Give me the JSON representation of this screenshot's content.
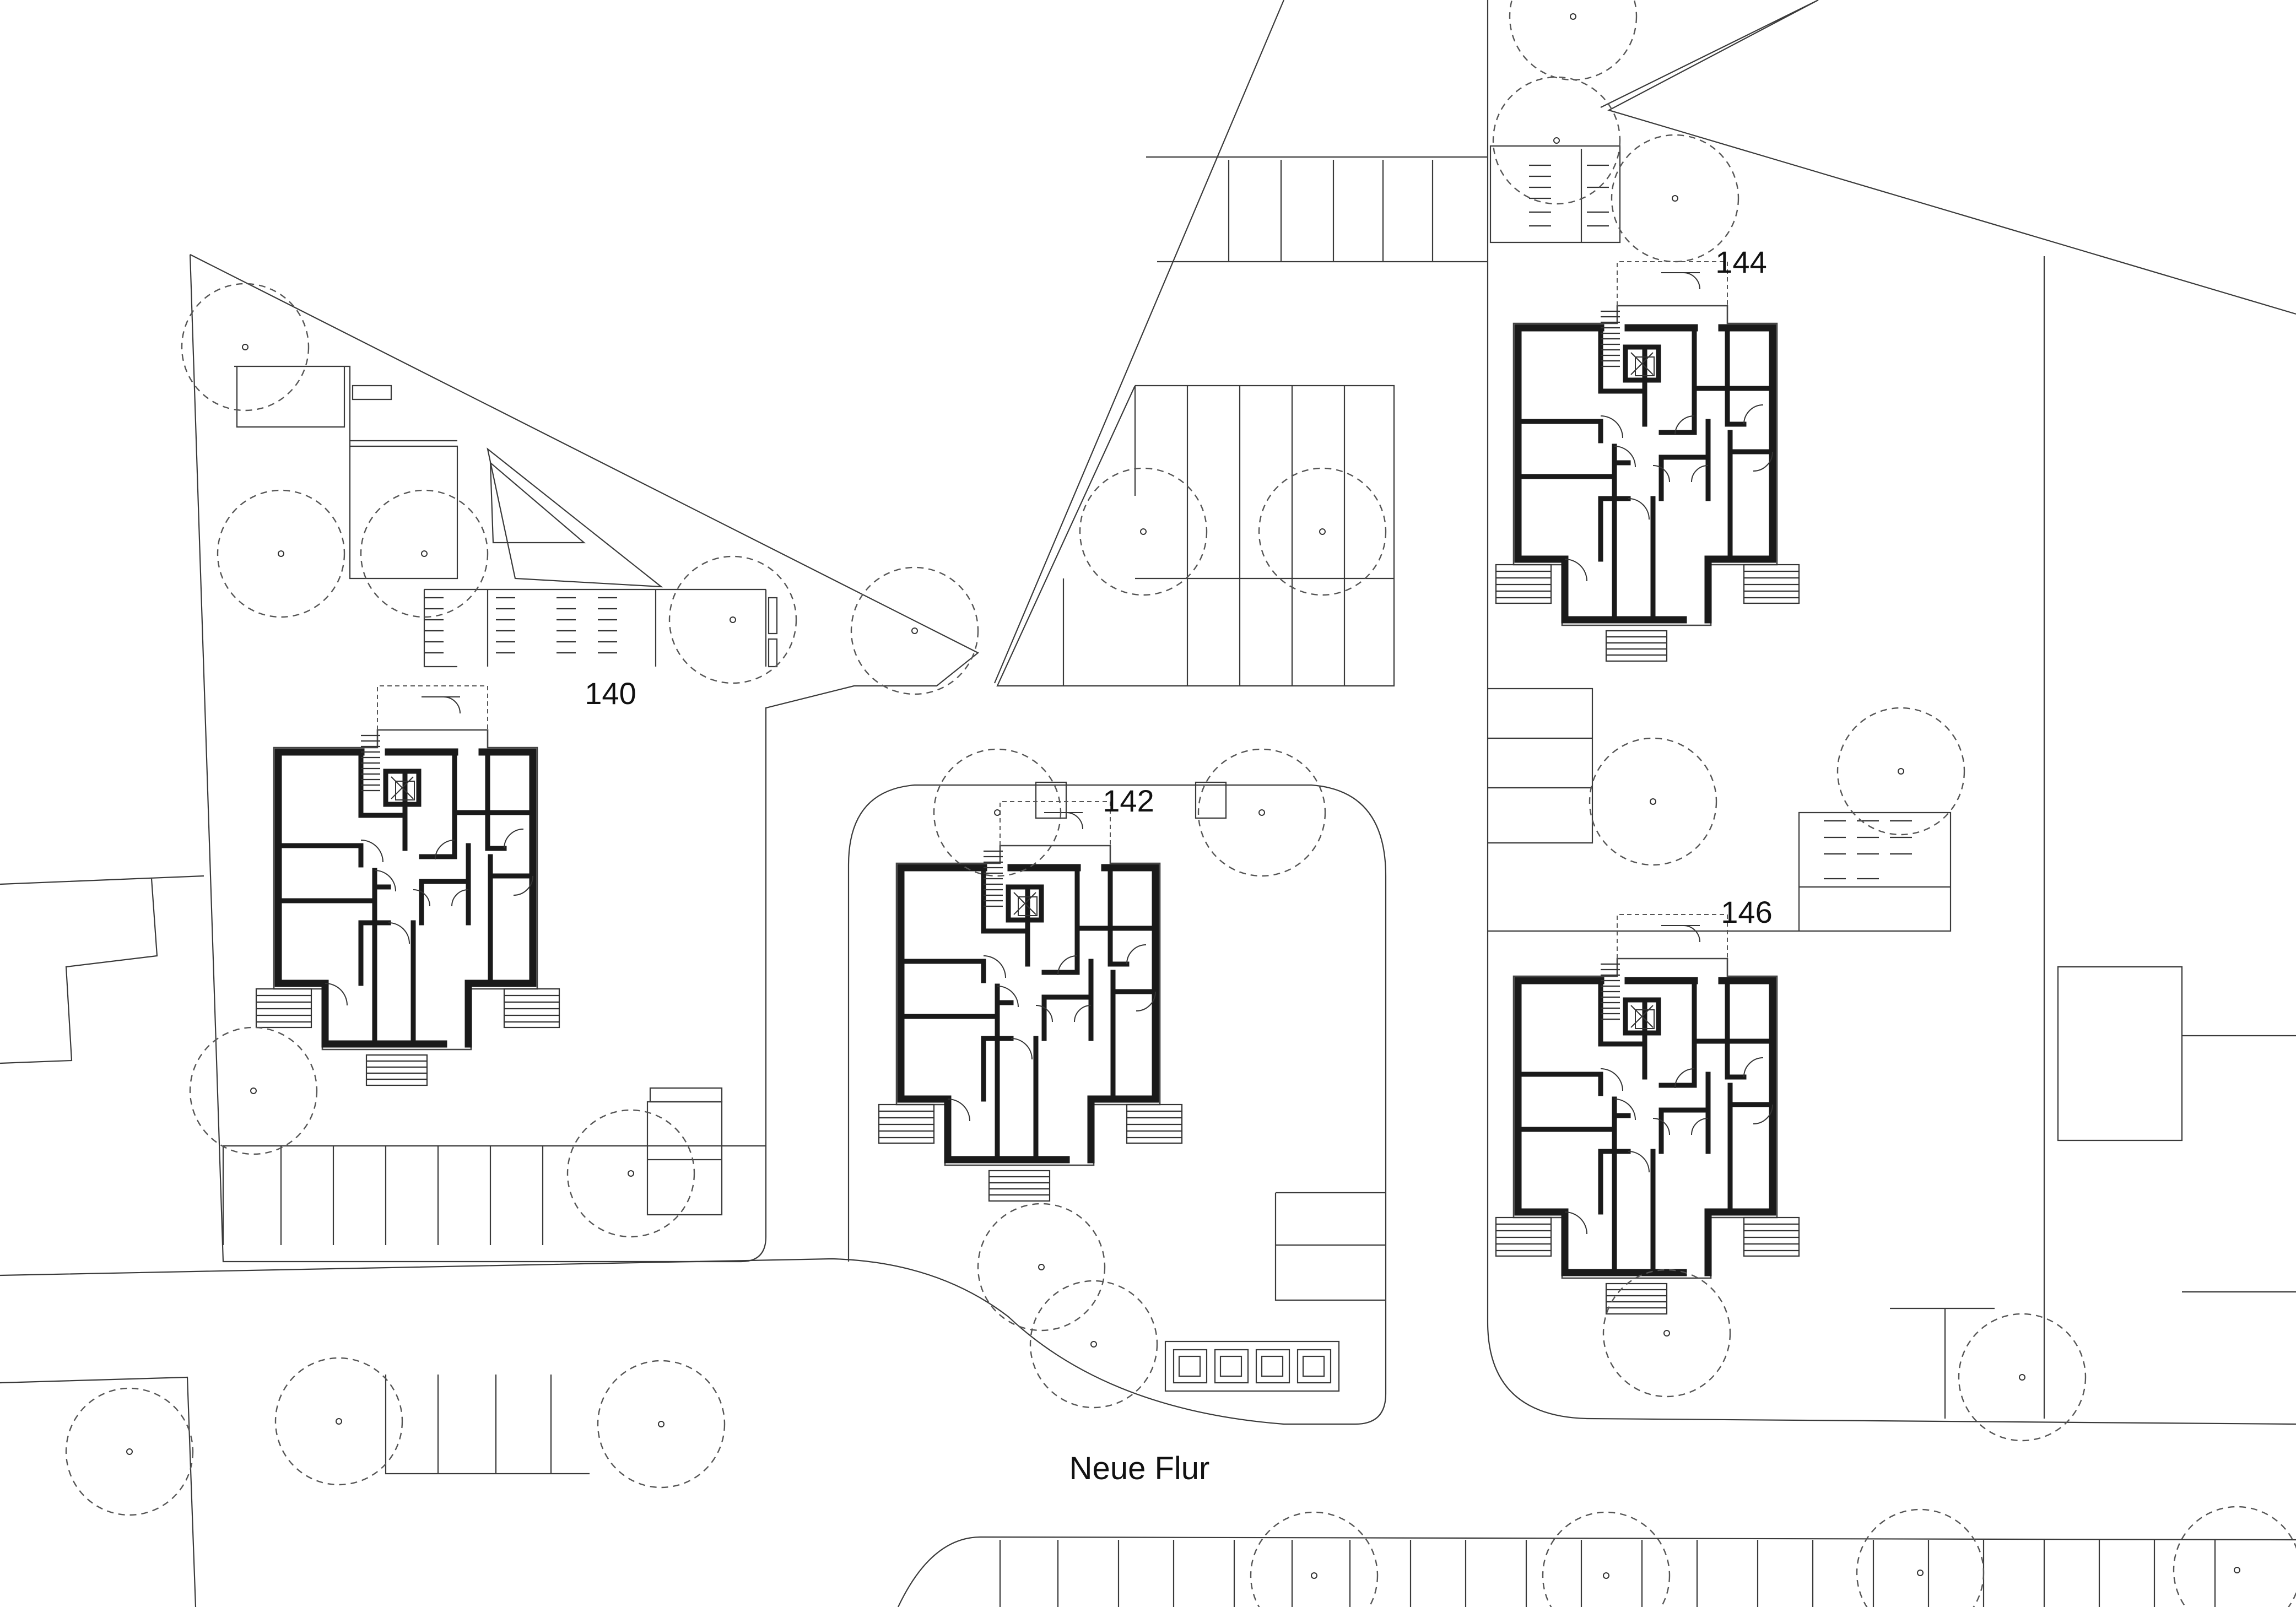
{
  "map": {
    "building_numbers": {
      "b140": "140",
      "b142": "142",
      "b144": "144",
      "b146": "146"
    },
    "street_name": "Neue Flur"
  },
  "colors": {
    "background": "#ffffff",
    "lines": "#3a3a3a",
    "walls": "#1a1a1a"
  }
}
